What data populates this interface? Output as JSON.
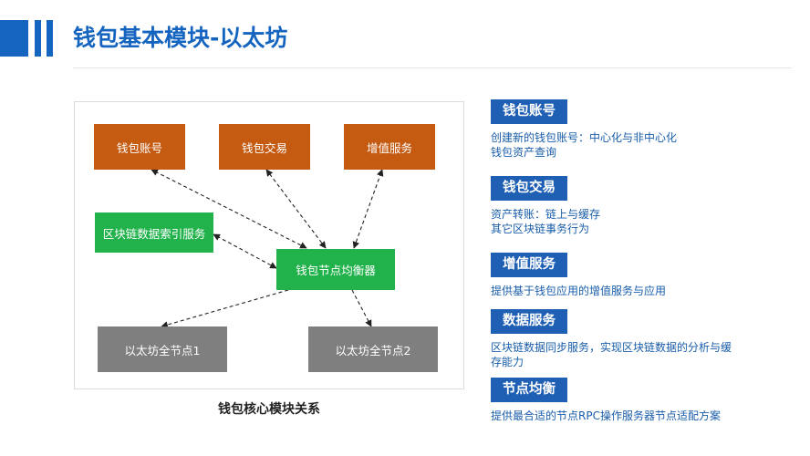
{
  "header": {
    "title": "钱包基本模块-以太坊"
  },
  "diagram": {
    "nodes": {
      "wallet_account": "钱包账号",
      "wallet_transaction": "钱包交易",
      "value_added_service": "增值服务",
      "index_service": "区块链数据索引服务",
      "balancer": "钱包节点均衡器",
      "node1": "以太坊全节点1",
      "node2": "以太坊全节点2"
    },
    "caption": "钱包核心模块关系",
    "colors": {
      "top_nodes": "#c55a11",
      "service_nodes": "#21b24c",
      "full_nodes": "#7f7f7f"
    }
  },
  "sections": [
    {
      "title": "钱包账号",
      "lines": [
        "创建新的钱包账号：中心化与非中心化",
        "钱包资产查询"
      ]
    },
    {
      "title": "钱包交易",
      "lines": [
        "资产转账：链上与缓存",
        "其它区块链事务行为"
      ]
    },
    {
      "title": "增值服务",
      "lines": [
        "提供基于钱包应用的增值服务与应用"
      ]
    },
    {
      "title": "数据服务",
      "lines": [
        "区块链数据同步服务，实现区块链数据的分析与缓",
        "存能力"
      ]
    },
    {
      "title": "节点均衡",
      "lines": [
        "提供最合适的节点RPC操作服务器节点适配方案"
      ]
    }
  ],
  "theme": {
    "accent": "#1565c0",
    "tag_bg": "#1f5fb4",
    "desc_text": "#1a5eaa"
  }
}
